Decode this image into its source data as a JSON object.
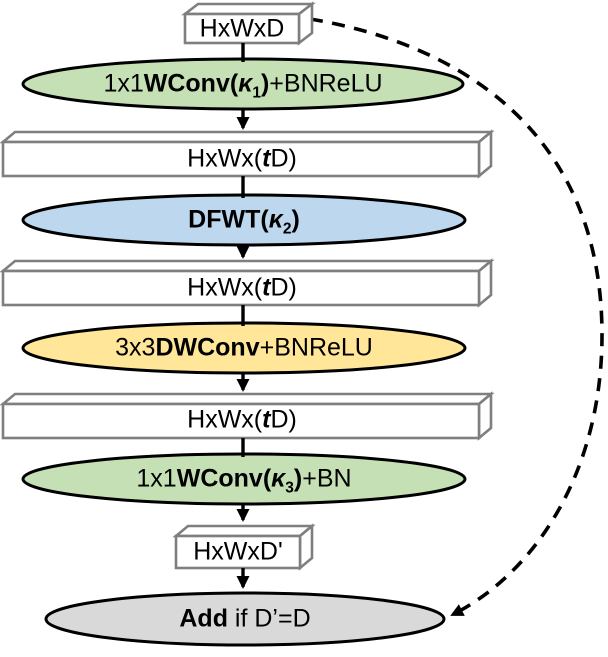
{
  "colors": {
    "green": "#c5e0b4",
    "blue": "#bdd7ee",
    "yellow": "#ffe699",
    "gray": "#d9d9d9",
    "white": "#ffffff",
    "box_border": "#7f7f7f",
    "line": "#000000"
  },
  "nodes": {
    "input_tensor": {
      "label": "HxWxD"
    },
    "expand_conv": {
      "parts": [
        {
          "t": "1x1"
        },
        {
          "t": "WConv(",
          "b": true
        },
        {
          "t": "κ",
          "b": true,
          "i": true
        },
        {
          "t": "1",
          "b": true,
          "sub": true
        },
        {
          "t": ")",
          "b": true
        },
        {
          "t": "+BNReLU"
        }
      ]
    },
    "tensor1": {
      "parts": [
        {
          "t": "HxWx("
        },
        {
          "t": "t",
          "b": true,
          "i": true
        },
        {
          "t": "D)"
        }
      ]
    },
    "dfwt": {
      "parts": [
        {
          "t": "DFWT(",
          "b": true
        },
        {
          "t": "κ",
          "b": true,
          "i": true
        },
        {
          "t": "2",
          "b": true,
          "sub": true
        },
        {
          "t": ")",
          "b": true
        }
      ]
    },
    "tensor2": {
      "parts": [
        {
          "t": "HxWx("
        },
        {
          "t": "t",
          "b": true,
          "i": true
        },
        {
          "t": "D)"
        }
      ]
    },
    "dwconv": {
      "parts": [
        {
          "t": "3x3"
        },
        {
          "t": "DWConv",
          "b": true
        },
        {
          "t": "+BNReLU"
        }
      ]
    },
    "tensor3": {
      "parts": [
        {
          "t": "HxWx("
        },
        {
          "t": "t",
          "b": true,
          "i": true
        },
        {
          "t": "D)"
        }
      ]
    },
    "project_conv": {
      "parts": [
        {
          "t": "1x1"
        },
        {
          "t": "WConv(",
          "b": true
        },
        {
          "t": "κ",
          "b": true,
          "i": true
        },
        {
          "t": "3",
          "b": true,
          "sub": true
        },
        {
          "t": ")",
          "b": true
        },
        {
          "t": "+BN"
        }
      ]
    },
    "output_tensor": {
      "label": "HxWxD'"
    },
    "add": {
      "parts": [
        {
          "t": "Add",
          "b": true
        },
        {
          "t": " if D’=D"
        }
      ]
    }
  }
}
